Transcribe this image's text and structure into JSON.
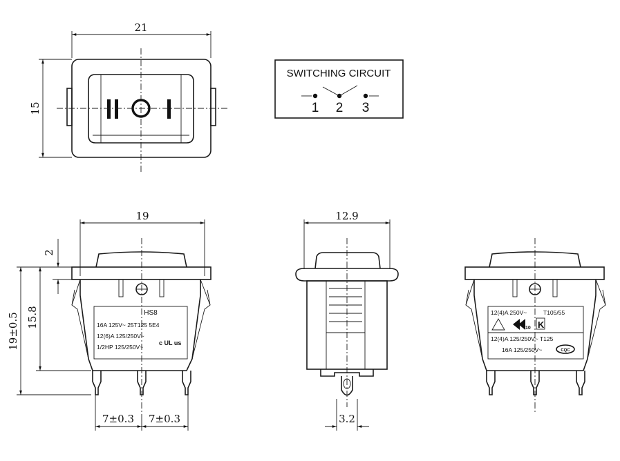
{
  "dimensions": {
    "top_width": "21",
    "top_height": "15",
    "front_width": "19",
    "front_height_total": "19±0.5",
    "front_height_body": "15.8",
    "front_top_offset": "2",
    "pin_pitch_left": "7±0.3",
    "pin_pitch_right": "7±0.3",
    "side_width": "12.9",
    "side_pin_width": "3.2"
  },
  "switching_circuit": {
    "title": "SWITCHING CIRCUIT",
    "terminals": [
      "1",
      "2",
      "3"
    ]
  },
  "top_view_symbols": {
    "left": "II",
    "right": "I"
  },
  "front_label": {
    "model": "HS8",
    "lines": [
      "16A 125V~  25T125 5E4",
      "12(6)A 125/250V~",
      "1/2HP 125/250V~"
    ],
    "cert_mark": "c UL us"
  },
  "back_label": {
    "line1_left": "12(4)A 250V~",
    "line1_right": "T105/55",
    "line2": "12(4)A 125/250V~ T125",
    "line3": "16A 125/250V~",
    "mark_10": "10",
    "mark_k": "K",
    "mark_ccc": "CQC"
  }
}
